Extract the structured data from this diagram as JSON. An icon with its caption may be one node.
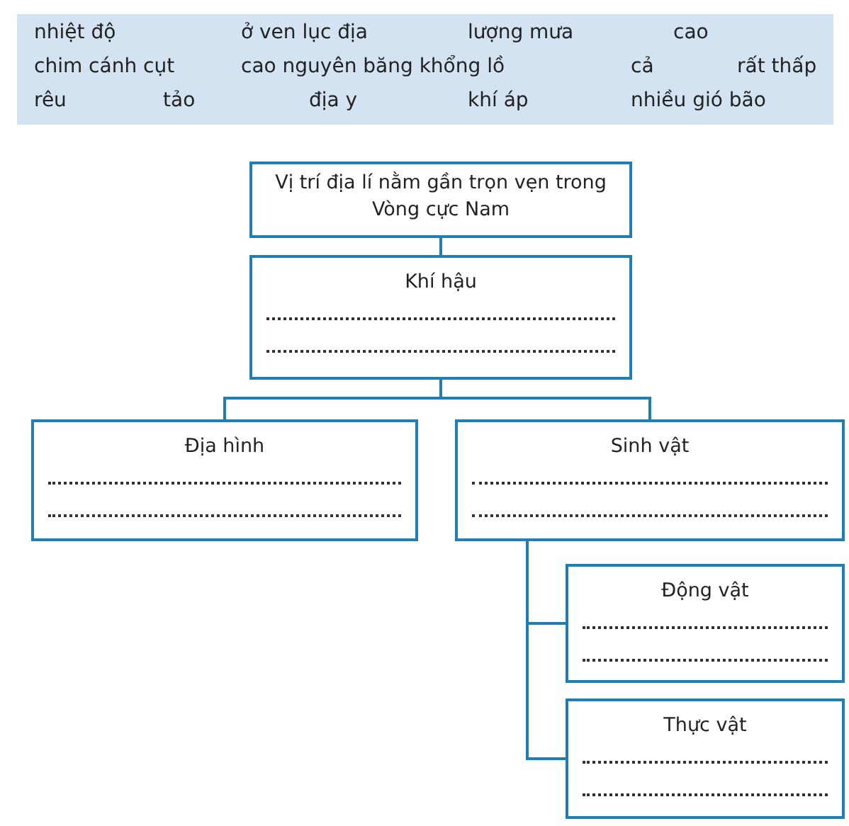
{
  "diagram": {
    "nodes": [
      {
        "text": [
          "nhiệt độ",
          "ở ven lục địa",
          "lượng mưa",
          "cao",
          "chim cánh cụt",
          "cao nguyên băng khổng lồ",
          "cả",
          "rất thấp",
          "rêu",
          "tảo",
          "địa y",
          "khí áp",
          "nhiều gió bão"
        ]
      },
      {
        "text": [
          "Vị trí địa lí nằm gần trọn vẹn trong Vòng cực Nam"
        ]
      },
      {
        "text": [
          "Khí hậu"
        ]
      },
      {
        "text": [
          "Địa hình"
        ]
      },
      {
        "text": [
          "Sinh vật"
        ]
      },
      {
        "text": [
          "Động vật"
        ]
      },
      {
        "text": [
          "Thực vật"
        ]
      }
    ],
    "edges": [
      {
        "from": 1,
        "to": 2,
        "arrow": "none"
      },
      {
        "from": 2,
        "to": 3,
        "arrow": "none"
      },
      {
        "from": 2,
        "to": 4,
        "arrow": "none"
      },
      {
        "from": 4,
        "to": 5,
        "arrow": "none"
      },
      {
        "from": 4,
        "to": 6,
        "arrow": "none"
      }
    ]
  }
}
